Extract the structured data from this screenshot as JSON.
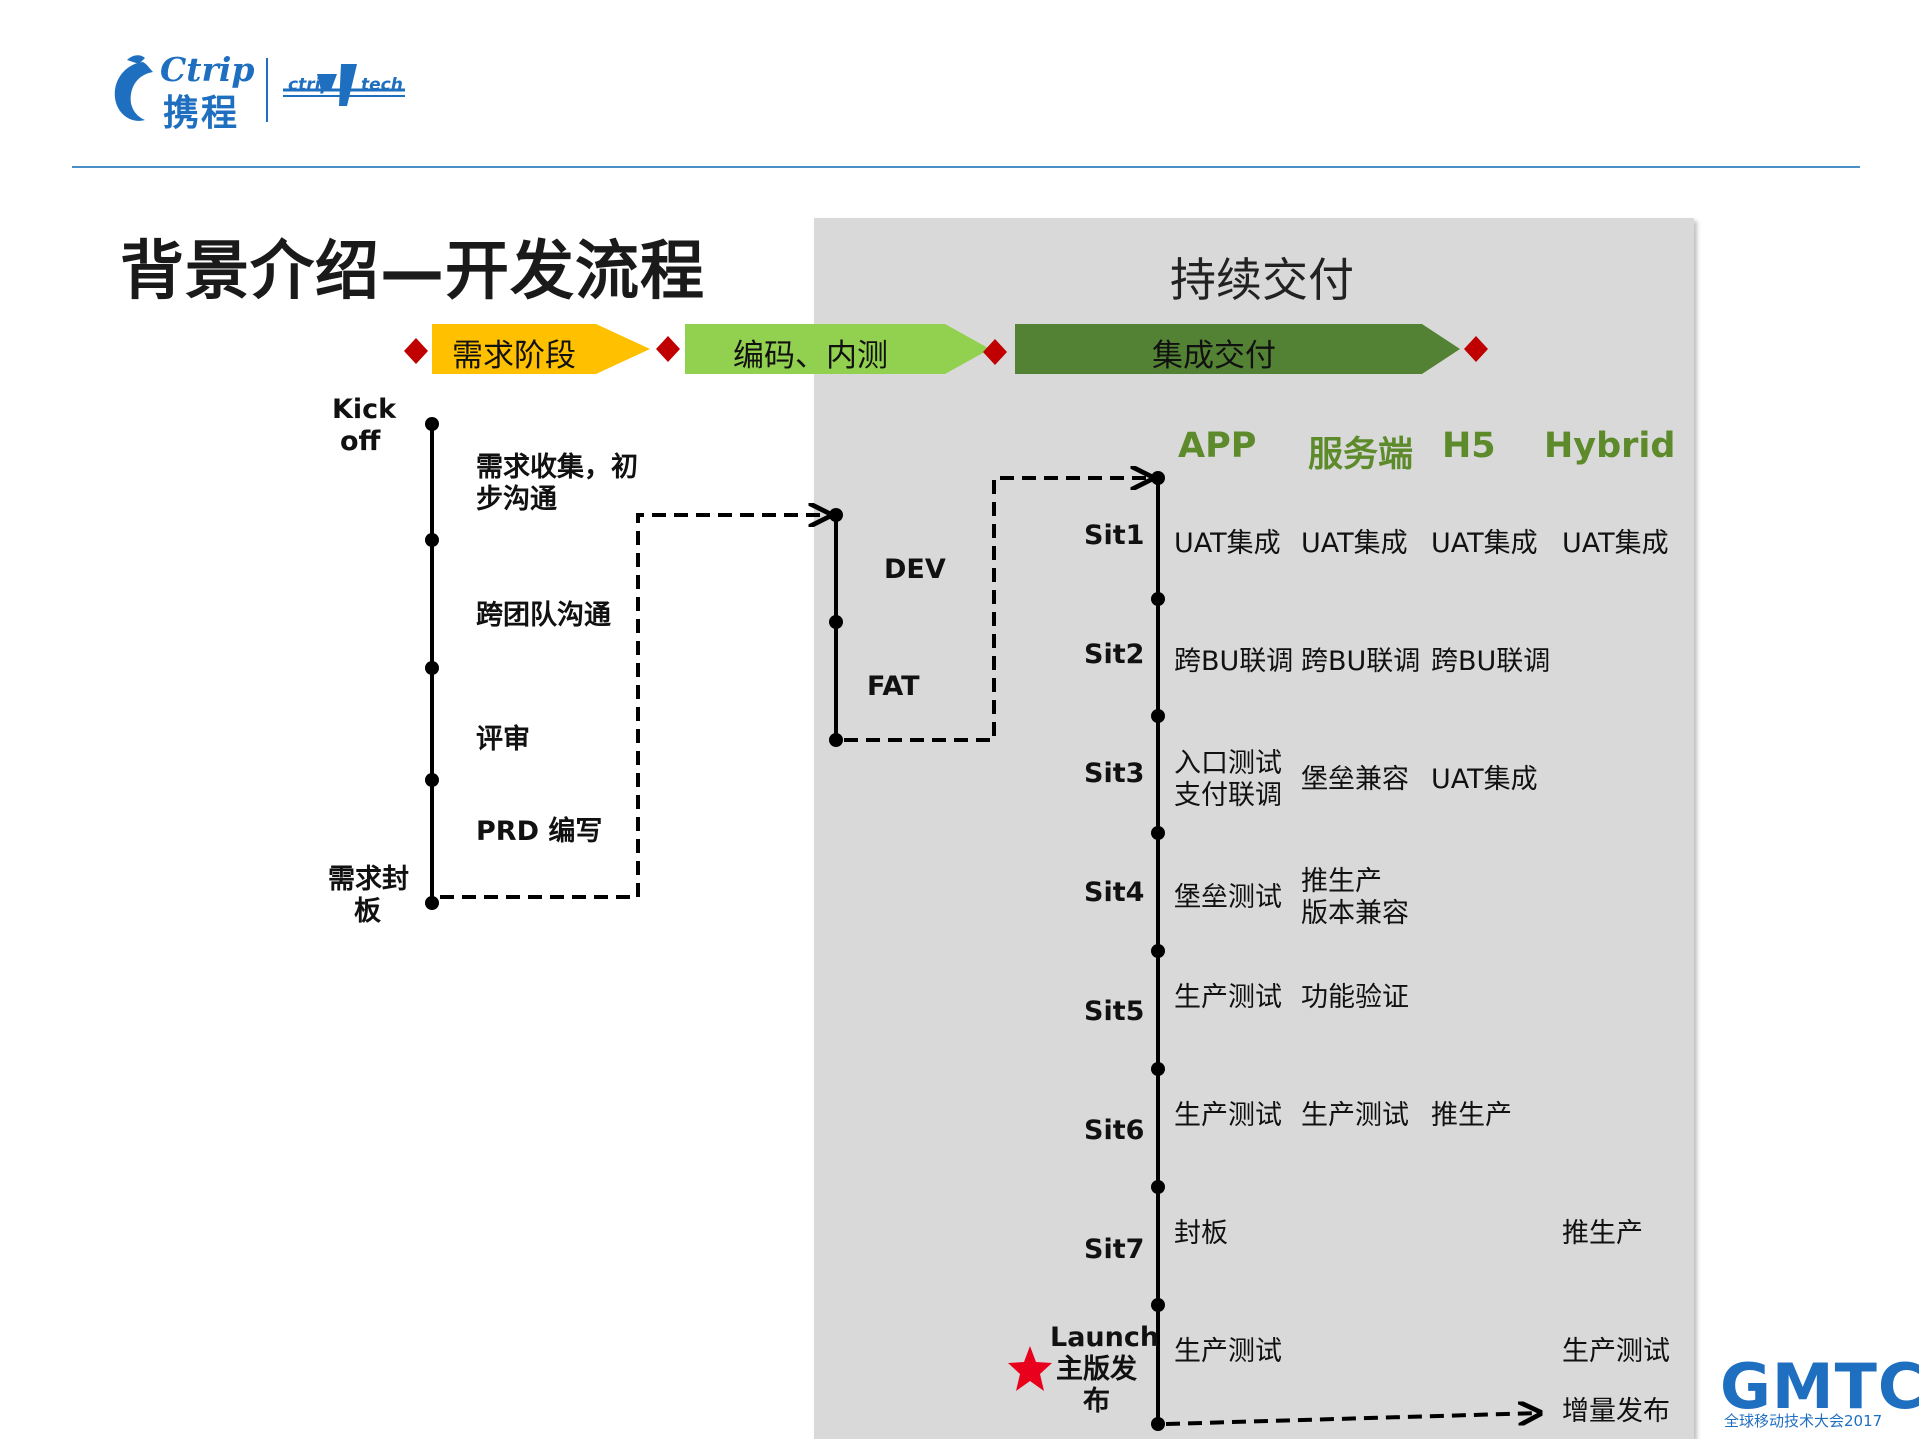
{
  "logo": {
    "brand_en": "Ctrip",
    "brand_cn": "携程",
    "tech_left": "ctrip",
    "tech_right": "tech",
    "accent": "#1f6fc1"
  },
  "title": "背景介绍—开发流程",
  "panel_title": "持续交付",
  "phases": [
    {
      "label": "需求阶段",
      "color": "#ffc000"
    },
    {
      "label": "编码、内测",
      "color": "#92d050"
    },
    {
      "label": "集成交付",
      "color": "#548235"
    }
  ],
  "requirement": {
    "start": [
      "Kick",
      "off"
    ],
    "end": [
      "需求封",
      "板"
    ],
    "steps": [
      [
        "需求收集，初",
        "步沟通"
      ],
      [
        "跨团队沟通"
      ],
      [
        "评审"
      ],
      [
        "PRD 编写"
      ]
    ]
  },
  "dev": {
    "steps": [
      "DEV",
      "FAT"
    ]
  },
  "integration": {
    "columns": [
      "APP",
      "服务端",
      "H5",
      "Hybrid"
    ],
    "rows": [
      {
        "name": "Sit1",
        "cells": [
          [
            "UAT集成"
          ],
          [
            "UAT集成"
          ],
          [
            "UAT集成"
          ],
          [
            "UAT集成"
          ]
        ]
      },
      {
        "name": "Sit2",
        "cells": [
          [
            "跨BU联调"
          ],
          [
            "跨BU联调"
          ],
          [
            "跨BU联调"
          ],
          []
        ]
      },
      {
        "name": "Sit3",
        "cells": [
          [
            "入口测试",
            "支付联调"
          ],
          [
            "堡垒兼容"
          ],
          [
            "UAT集成"
          ],
          []
        ]
      },
      {
        "name": "Sit4",
        "cells": [
          [
            "堡垒测试"
          ],
          [
            "推生产",
            "版本兼容"
          ],
          [],
          []
        ]
      },
      {
        "name": "Sit5",
        "cells": [
          [
            "生产测试"
          ],
          [
            "功能验证"
          ],
          [],
          []
        ]
      },
      {
        "name": "Sit6",
        "cells": [
          [
            "生产测试"
          ],
          [
            "生产测试"
          ],
          [
            "推生产"
          ],
          []
        ]
      },
      {
        "name": "Sit7",
        "cells": [
          [
            "封板"
          ],
          [],
          [],
          [
            "推生产"
          ]
        ]
      },
      {
        "name": "Launch",
        "label_lines": [
          "Launch",
          "主版发",
          "布"
        ],
        "cells": [
          [
            "生产测试"
          ],
          [],
          [],
          [
            "生产测试"
          ]
        ]
      }
    ],
    "final": "增量发布"
  },
  "footer": {
    "brand": "GMTC",
    "sub": "全球移动技术大会2017"
  },
  "colors": {
    "marker": "#c00000",
    "star": "#e8001c",
    "column_header": "#5d8a2a",
    "panel": "#d9d9d9",
    "rule": "#4b8fc9"
  }
}
